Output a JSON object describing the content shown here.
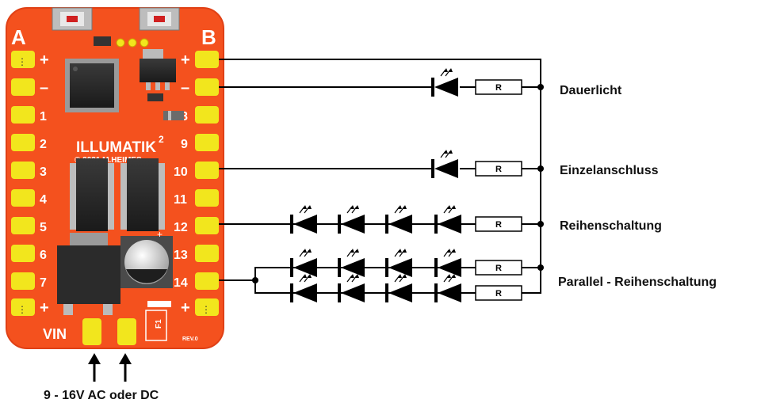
{
  "board": {
    "name": "ILLUMATIK",
    "superscript": "2",
    "copyright": "© 2021 M.HEIMES",
    "rev": "REV.0",
    "fuse": "F1",
    "side_a": "A",
    "side_b": "B",
    "vin": "VIN",
    "plus": "+",
    "minus": "–",
    "pins_left": [
      "1",
      "2",
      "3",
      "4",
      "5",
      "6",
      "7"
    ],
    "pins_right": [
      "8",
      "9",
      "10",
      "11",
      "12",
      "13",
      "14"
    ]
  },
  "circuit": {
    "resistor_label": "R",
    "labels": {
      "dauerlicht": "Dauerlicht",
      "einzel": "Einzelanschluss",
      "reihe": "Reihenschaltung",
      "parallel": "Parallel - Reihenschaltung"
    }
  },
  "power_label": "9 - 16V AC oder DC",
  "colors": {
    "pcb": "#f4511e",
    "pad": "#f2e61d",
    "wire": "#000000"
  }
}
